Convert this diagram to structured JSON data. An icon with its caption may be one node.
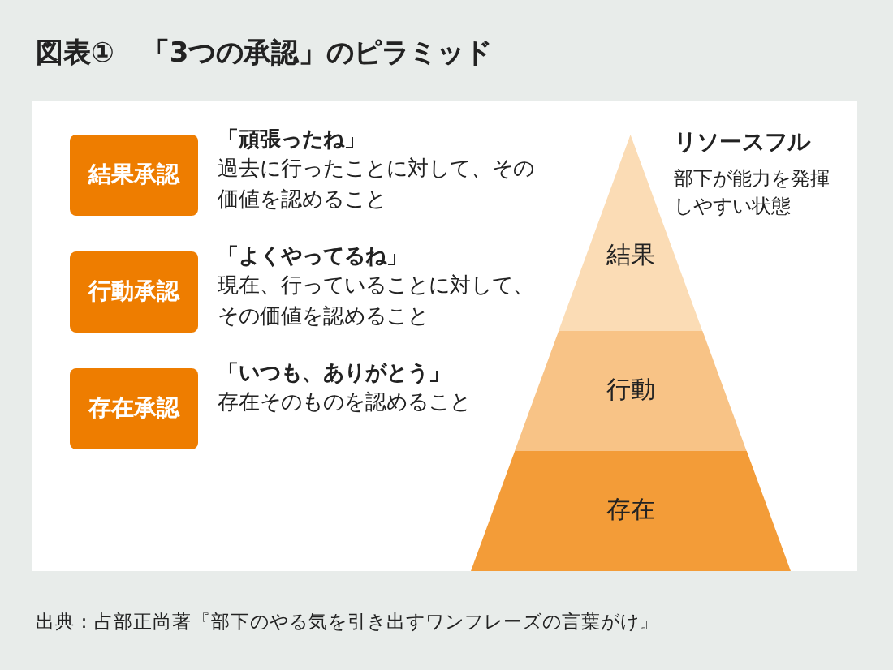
{
  "diagram": {
    "title": "図表①　「3つの承認」のピラミッド",
    "nodes": [
      {
        "text": [
          "結果承認"
        ],
        "beside": [
          "「頑張ったね」",
          "過去に行ったことに対して、その価値を認めること"
        ]
      },
      {
        "text": [
          "行動承認"
        ],
        "beside": [
          "「よくやってるね」",
          "現在、行っていることに対して、その価値を認めること"
        ]
      },
      {
        "text": [
          "存在承認"
        ],
        "beside": [
          "「いつも、ありがとう」",
          "存在そのものを認めること"
        ]
      },
      {
        "text": [
          "結果"
        ]
      },
      {
        "text": [
          "行動"
        ]
      },
      {
        "text": [
          "存在"
        ]
      }
    ],
    "labels": [
      "リソースフル",
      "部下が能力を発揮しやすい状態"
    ],
    "caption": "出典：占部正尚著『部下のやる気を引き出すワンフレーズの言葉がけ』"
  }
}
